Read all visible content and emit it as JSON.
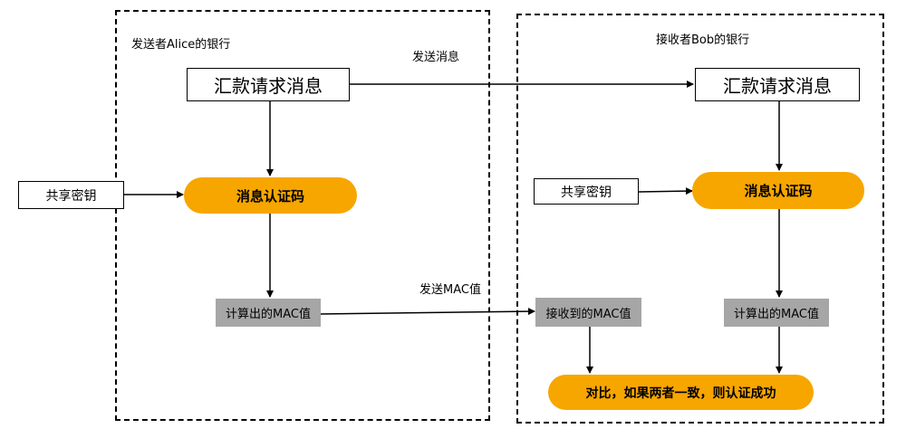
{
  "sender": {
    "title": "发送者Alice的银行",
    "message_box": "汇款请求消息",
    "shared_key": "共享密钥",
    "mac_node": "消息认证码",
    "computed_mac": "计算出的MAC值"
  },
  "receiver": {
    "title": "接收者Bob的银行",
    "message_box": "汇款请求消息",
    "shared_key": "共享密钥",
    "mac_node": "消息认证码",
    "received_mac": "接收到的MAC值",
    "computed_mac": "计算出的MAC值",
    "compare_result": "对比，如果两者一致，则认证成功"
  },
  "annotations": {
    "send_message": "发送消息",
    "send_mac": "发送MAC值"
  },
  "colors": {
    "mac_node_fill": "#f7a600",
    "mac_value_fill": "#a6a6a6",
    "frame_border": "#000000"
  }
}
